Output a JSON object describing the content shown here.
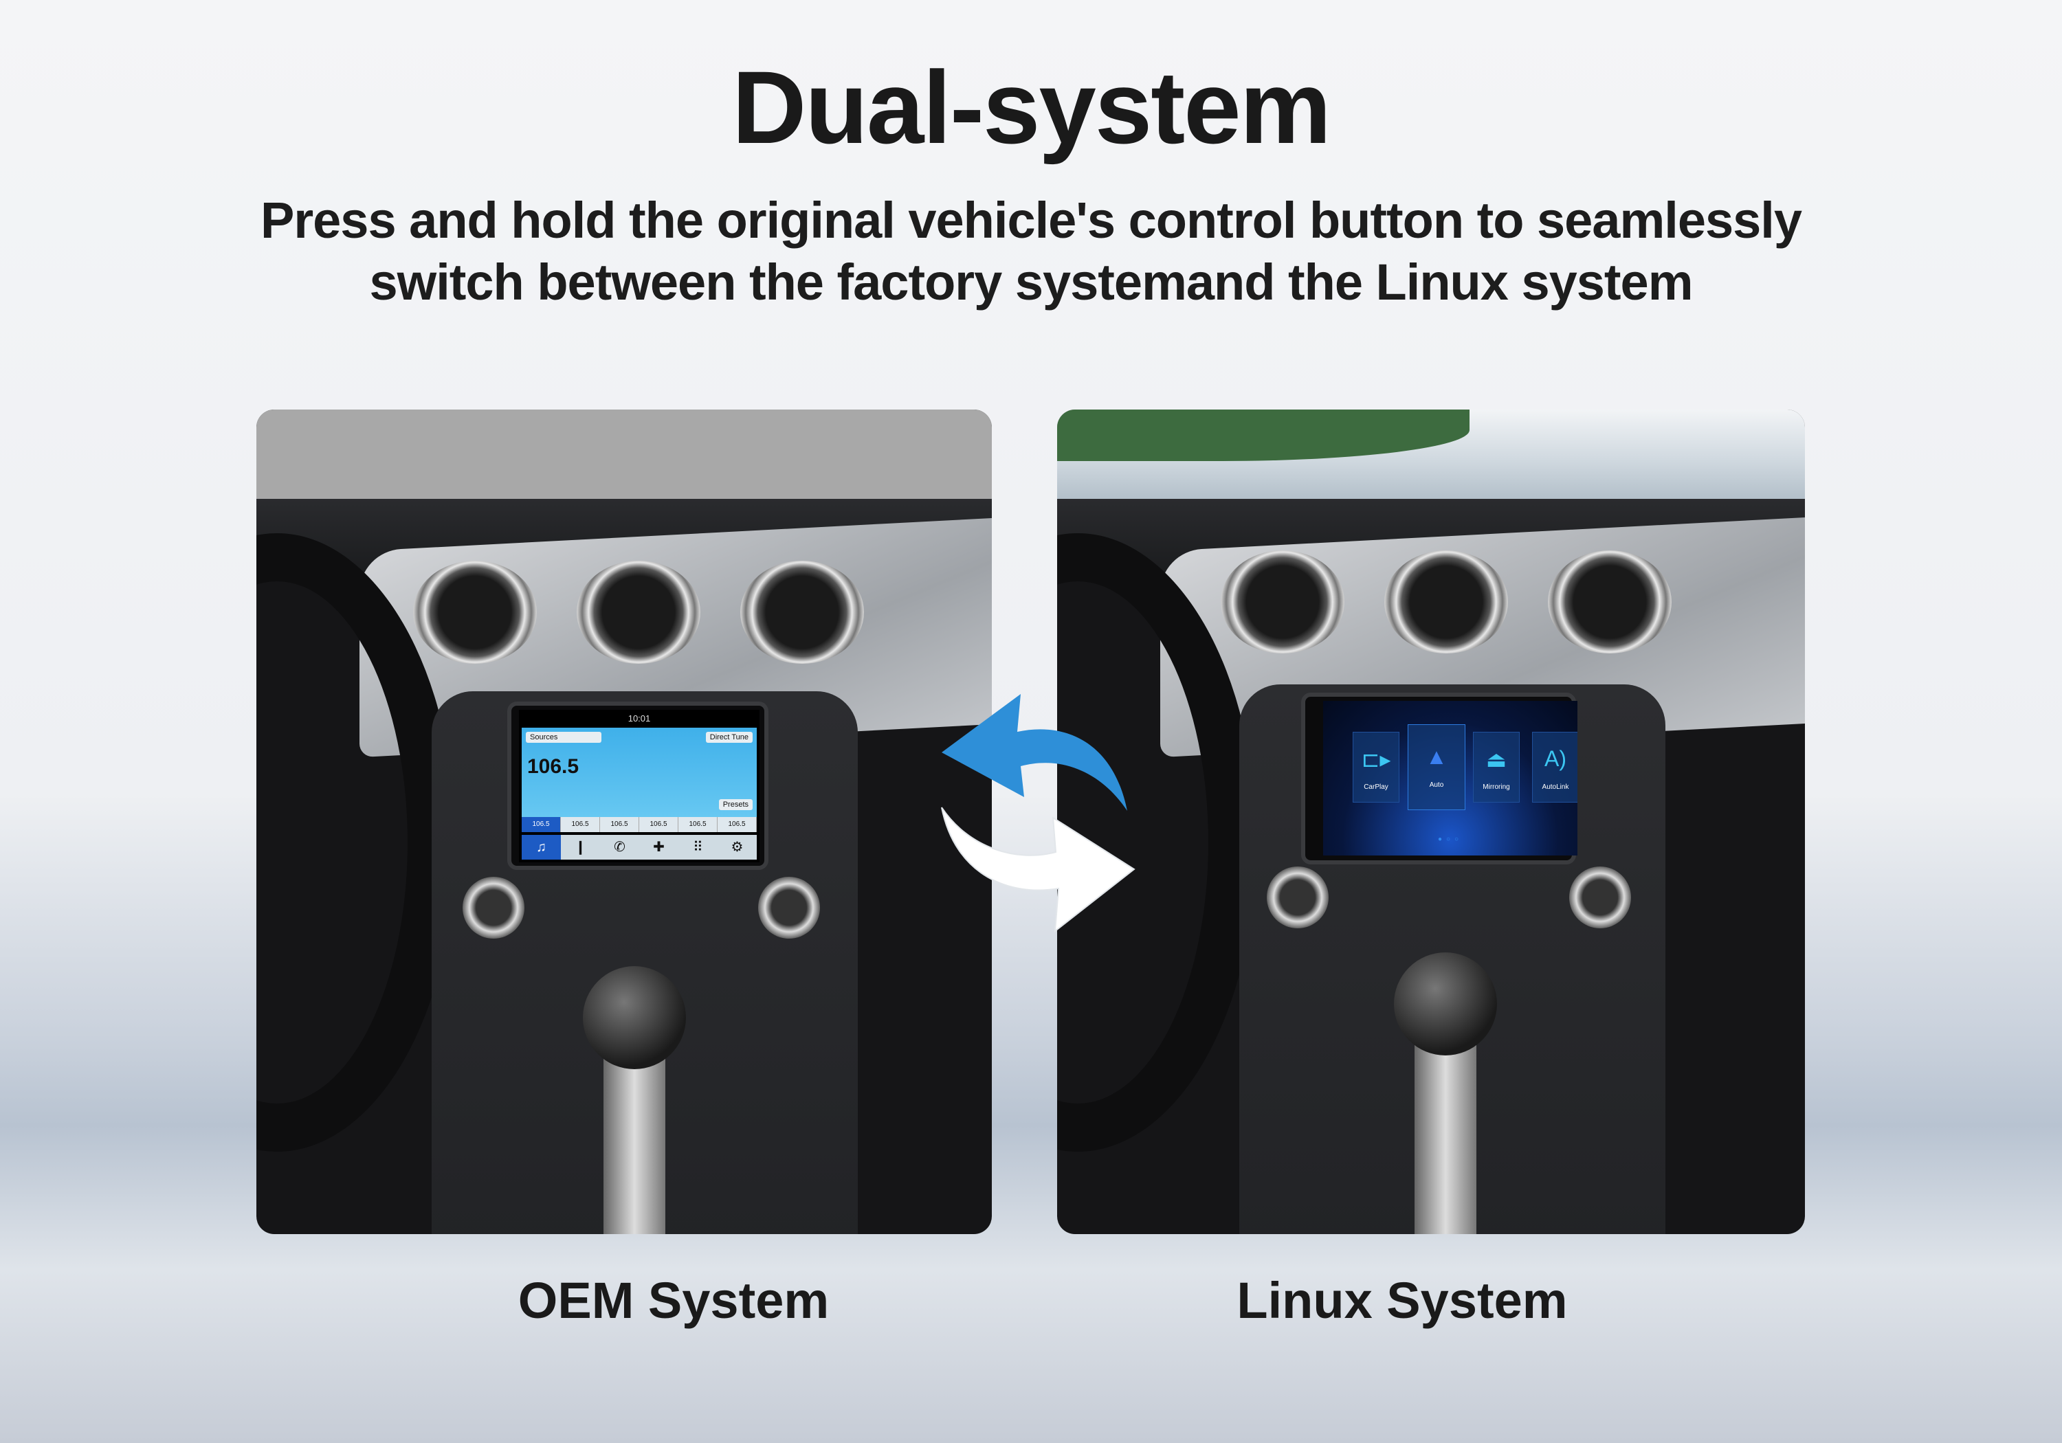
{
  "title": "Dual-system",
  "subtitle": [
    "Press and hold the original vehicle's control button to seamlessly",
    "switch between the factory systemand the Linux system"
  ],
  "panels": {
    "oem": {
      "label": "OEM System",
      "screen": {
        "time": "10:01",
        "sources": "Sources",
        "direct_tune": "Direct Tune",
        "frequency": "106.5",
        "presets_button": "Presets",
        "presets": [
          "106.5",
          "106.5",
          "106.5",
          "106.5",
          "106.5",
          "106.5"
        ],
        "nav_icons": [
          "music-icon",
          "climate-icon",
          "phone-icon",
          "navigation-icon",
          "apps-icon",
          "settings-icon"
        ]
      }
    },
    "linux": {
      "label": "Linux System",
      "screen": {
        "apps": [
          {
            "label": "CarPlay",
            "icon": "carplay-icon"
          },
          {
            "label": "Auto",
            "icon": "android-auto-icon"
          },
          {
            "label": "Mirroring",
            "icon": "mirroring-icon"
          },
          {
            "label": "AutoLink",
            "icon": "autolink-icon"
          }
        ],
        "page_indicator": "●○○"
      }
    }
  },
  "colors": {
    "blue_arrow": "#2e8fd8",
    "white_arrow": "#ffffff",
    "oem_screen": "#3fb0ea",
    "linux_screen": "#07163d"
  }
}
